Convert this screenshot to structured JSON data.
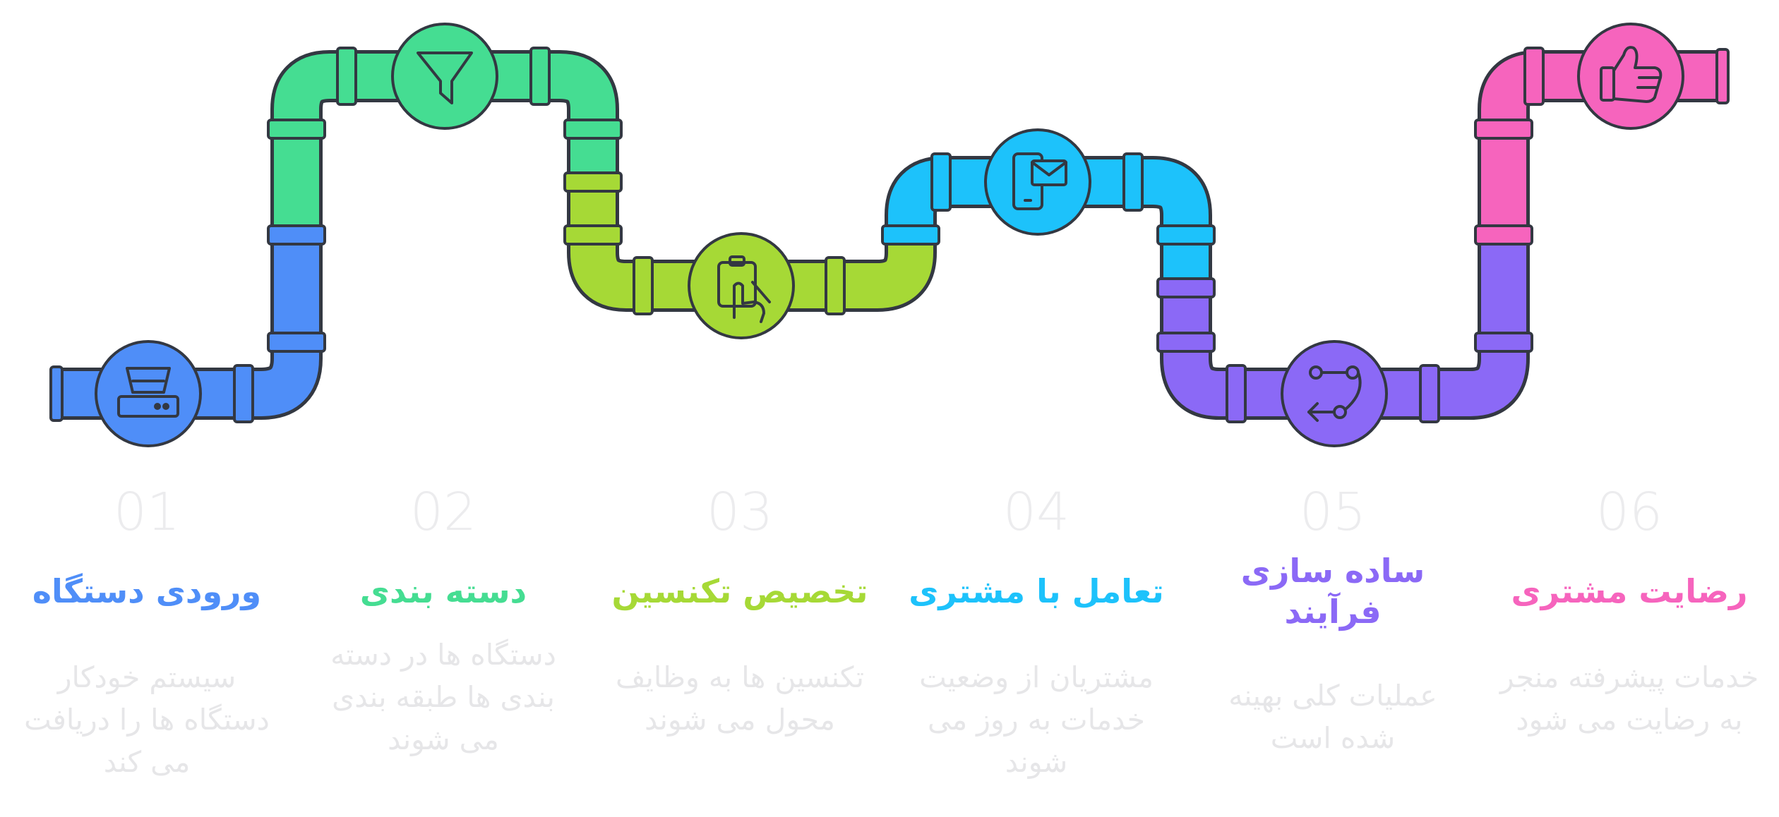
{
  "steps": [
    {
      "number": "01",
      "title": "ورودی دستگاه",
      "description": "سیستم خودکار دستگاه ها را دریافت می کند",
      "color": "#4f8ef8",
      "icon": "scanner-icon"
    },
    {
      "number": "02",
      "title": "دسته بندی",
      "description": "دستگاه ها در دسته بندی ها طبقه بندی می شوند",
      "color": "#45dd92",
      "icon": "filter-icon"
    },
    {
      "number": "03",
      "title": "تخصیص تکنسین",
      "description": "تکنسین ها به وظایف محول می شوند",
      "color": "#a6d936",
      "icon": "clipboard-hand-icon"
    },
    {
      "number": "04",
      "title": "تعامل با مشتری",
      "description": "مشتریان از وضعیت خدمات به روز می شوند",
      "color": "#1dc2fb",
      "icon": "phone-message-icon"
    },
    {
      "number": "05",
      "title": "ساده سازی فرآیند",
      "description": "عملیات کلی بهینه شده است",
      "color": "#8b69f6",
      "icon": "process-flow-icon"
    },
    {
      "number": "06",
      "title": "رضایت مشتری",
      "description": "خدمات پیشرفته منجر به رضایت می شود",
      "color": "#f664bd",
      "icon": "thumbs-up-icon"
    }
  ]
}
